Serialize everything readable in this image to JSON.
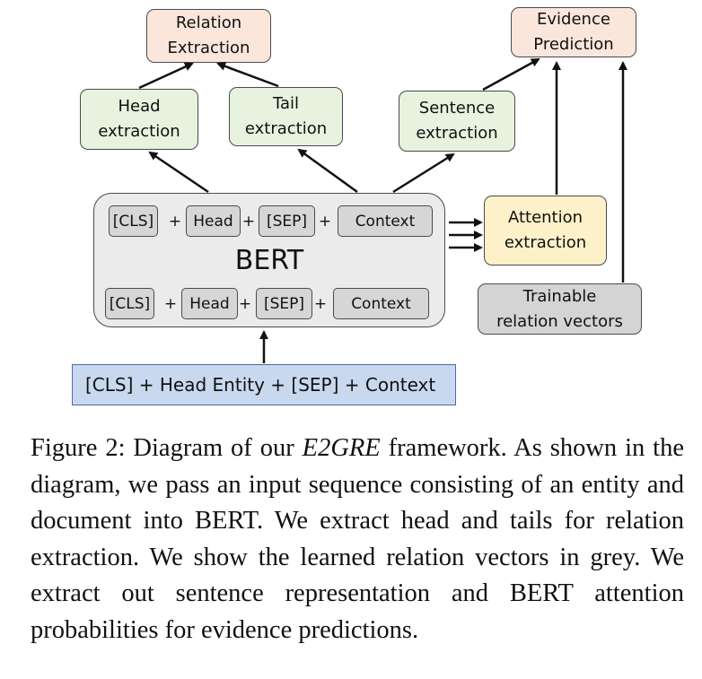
{
  "boxes": {
    "relation_extraction": [
      "Relation",
      "Extraction"
    ],
    "evidence_prediction": [
      "Evidence",
      "Prediction"
    ],
    "head_extraction": [
      "Head",
      "extraction"
    ],
    "tail_extraction": [
      "Tail",
      "extraction"
    ],
    "sentence_extraction": [
      "Sentence",
      "extraction"
    ],
    "attention_extraction": [
      "Attention",
      "extraction"
    ],
    "trainable_relation_vectors": [
      "Trainable",
      "relation vectors"
    ]
  },
  "bert": {
    "label": "BERT",
    "row1": [
      "[CLS]",
      "Head",
      "[SEP]",
      "Context"
    ],
    "row2": [
      "[CLS]",
      "Head",
      "[SEP]",
      "Context"
    ],
    "plus": "+"
  },
  "input": "[CLS] + Head Entity + [SEP] + Context",
  "caption": {
    "prefix": "Figure 2: Diagram of our ",
    "model": "E2GRE",
    "rest": " framework. As shown in the diagram, we pass an input sequence consisting of an entity and document into BERT. We extract head and tails for relation extraction. We show the learned relation vectors in grey. We extract out sentence representation and BERT attention probabilities for evidence predictions."
  }
}
